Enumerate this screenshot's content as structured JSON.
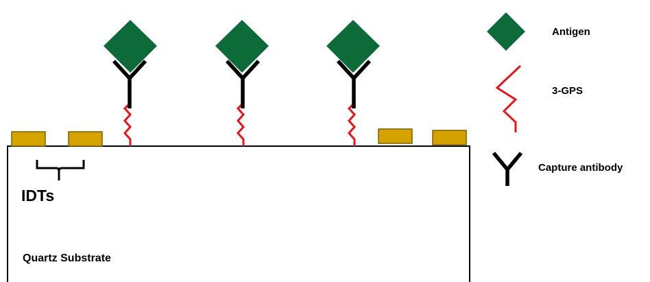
{
  "colors": {
    "antigen": "#0d6b3a",
    "linker": "#e8141b",
    "antibody": "#000000",
    "electrode_fill": "#d4a300",
    "electrode_stroke": "#7a6000",
    "substrate_border": "#000000"
  },
  "substrate": {
    "label": "Quartz Substrate"
  },
  "idt": {
    "label": "IDTs"
  },
  "legend": {
    "antigen_label": "Antigen",
    "linker_label": "3-GPS",
    "antibody_label": "Capture antibody"
  },
  "icons": {
    "antigen": "green-diamond",
    "linker": "red-zigzag",
    "antibody": "y-shape"
  }
}
